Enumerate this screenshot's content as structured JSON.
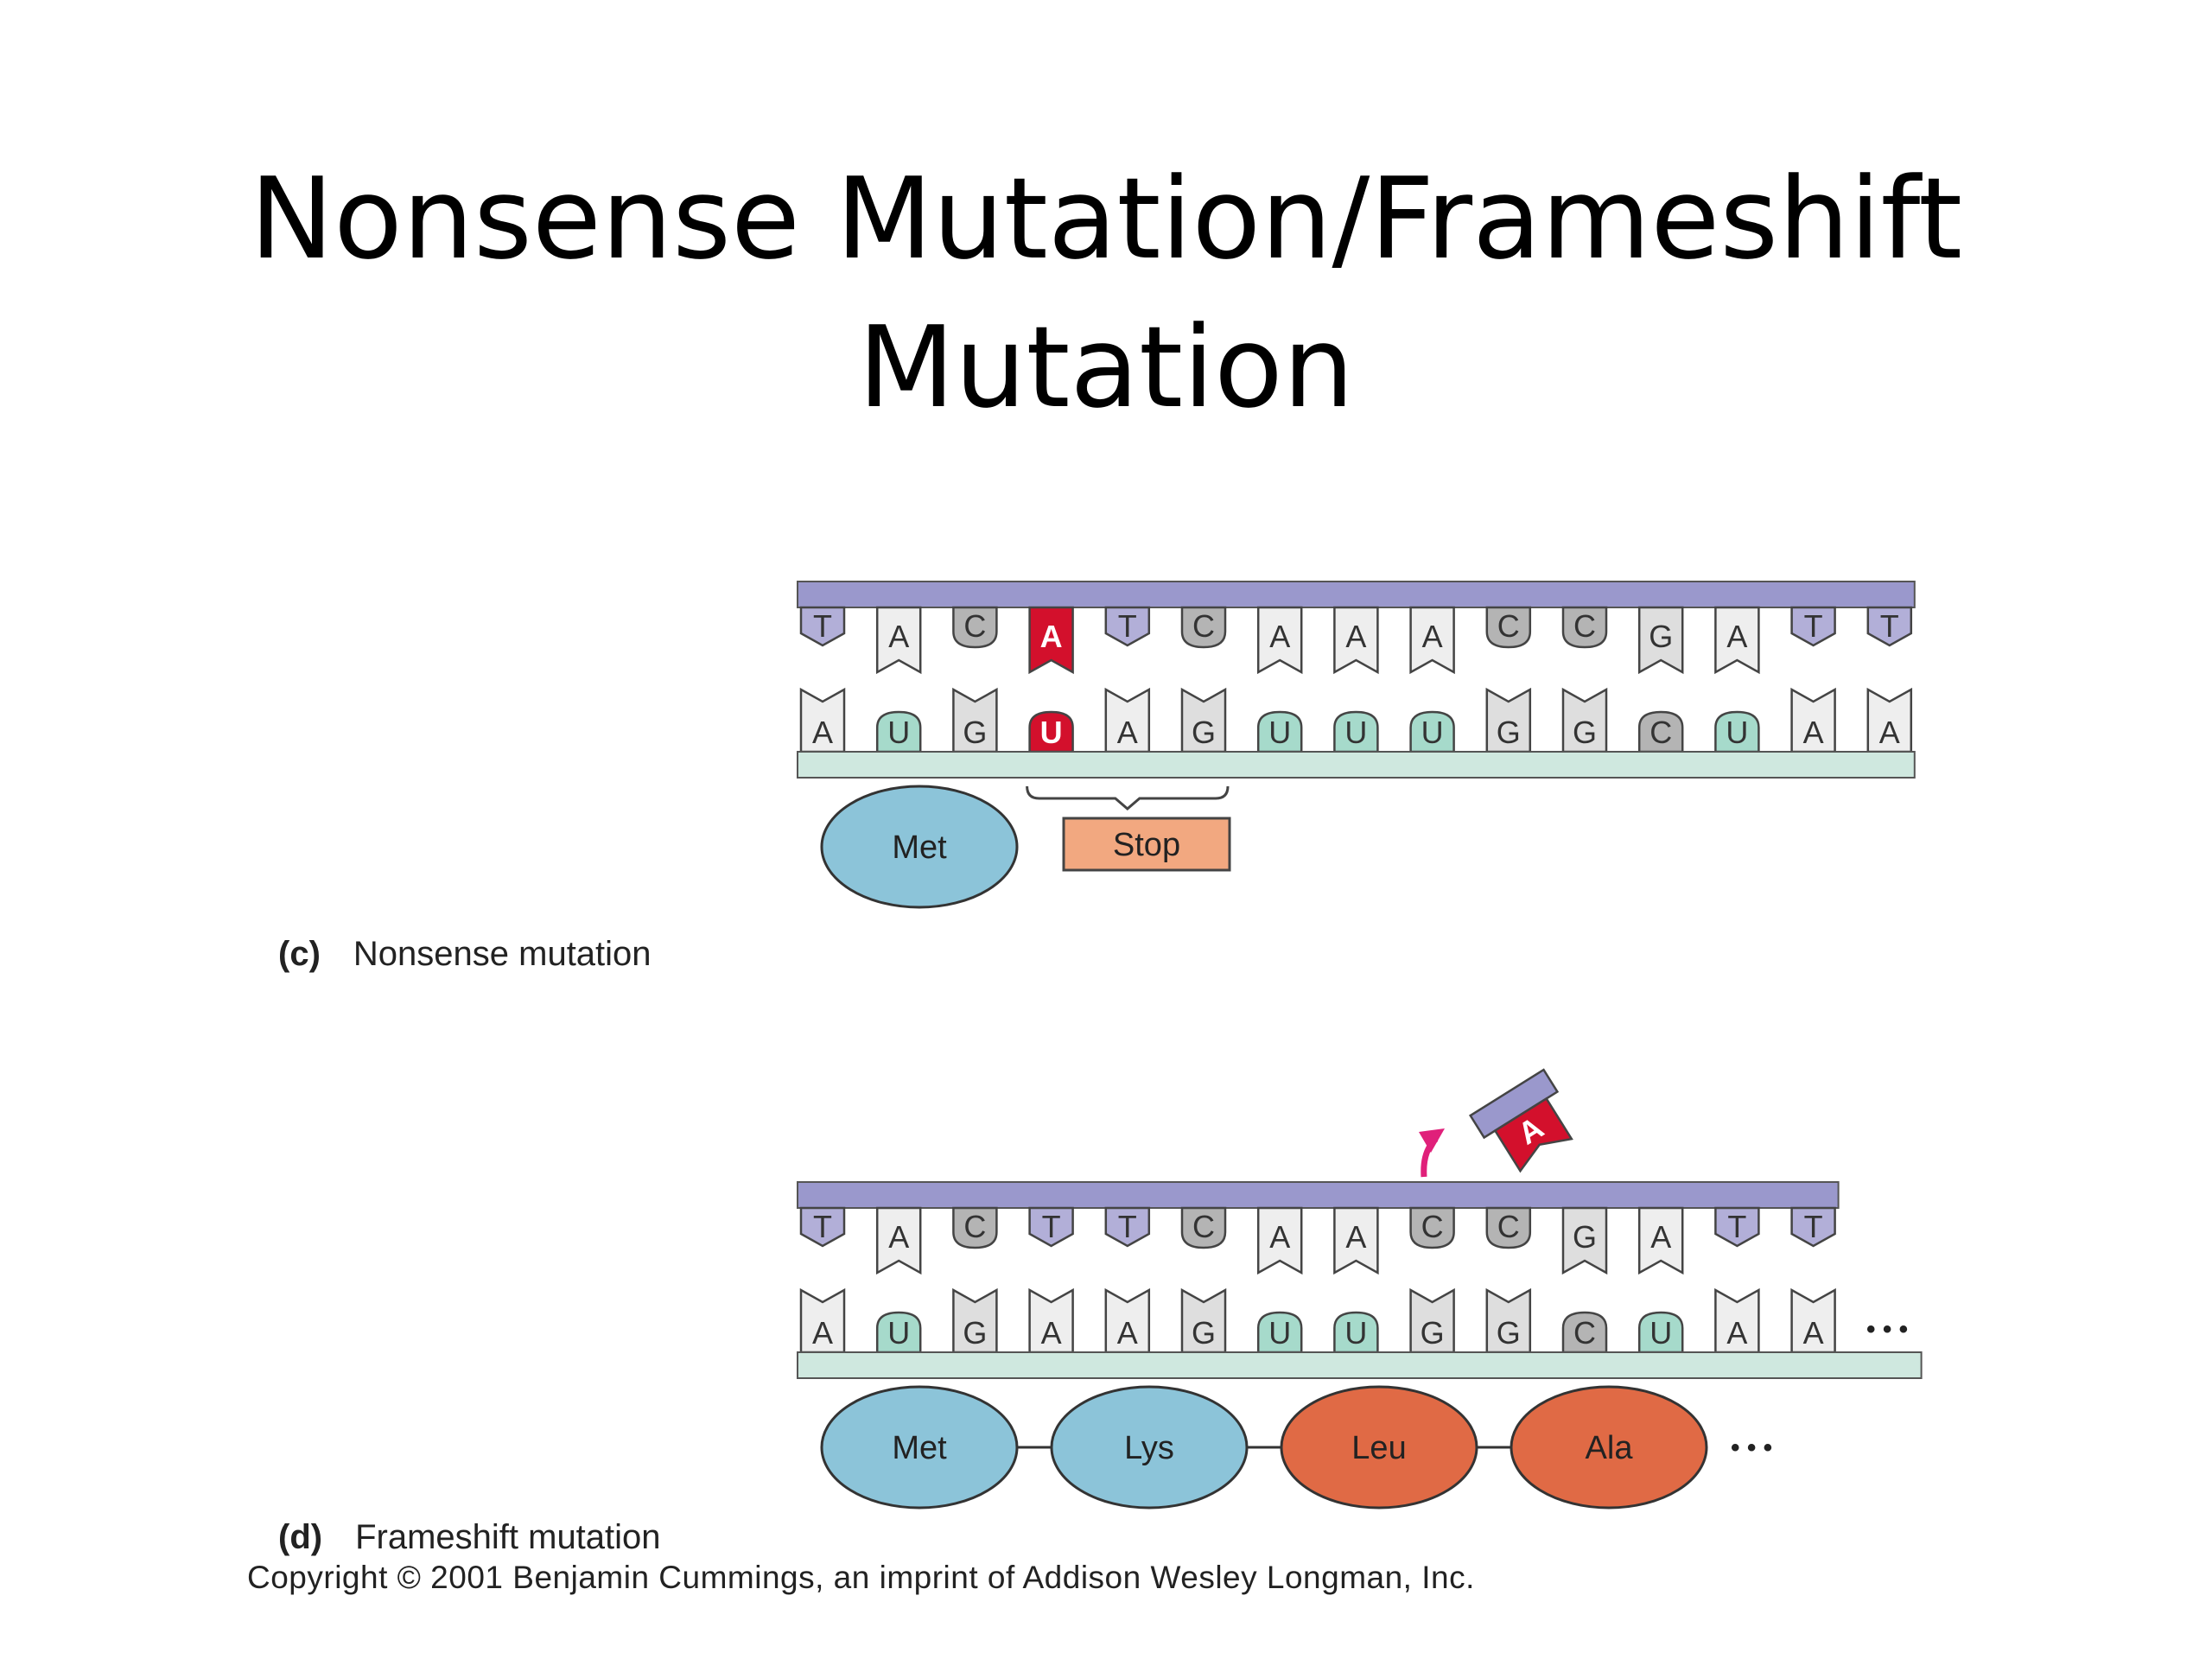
{
  "title": {
    "line1": "Nonsense Mutation/Frameshift",
    "line2": "Mutation"
  },
  "colors": {
    "dna_backbone": "#9a98cc",
    "rna_backbone": "#cfe8df",
    "T": "#b2afd8",
    "A": "#eeeeee",
    "C": "#b4b4b4",
    "G": "#dedede",
    "U": "#a6dacb",
    "mutation": "#d3102c",
    "met_lys": "#8cc4d9",
    "leu_ala": "#e06a45",
    "stop": "#f2a880",
    "arrow": "#e0207a"
  },
  "panel_c": {
    "label": "(c)",
    "caption": "Nonsense mutation",
    "dna": [
      "T",
      "A",
      "C",
      "A",
      "T",
      "C",
      "A",
      "A",
      "A",
      "C",
      "C",
      "G",
      "A",
      "T",
      "T"
    ],
    "rna": [
      "A",
      "U",
      "G",
      "U",
      "A",
      "G",
      "U",
      "U",
      "U",
      "G",
      "G",
      "C",
      "U",
      "A",
      "A"
    ],
    "mutated_index": 3,
    "proteins": [
      {
        "label": "Met",
        "kind": "circle"
      },
      {
        "label": "Stop",
        "kind": "box"
      }
    ]
  },
  "panel_d": {
    "label": "(d)",
    "caption": "Frameshift mutation",
    "inserted_base": "A",
    "dna": [
      "T",
      "A",
      "C",
      "T",
      "T",
      "C",
      "A",
      "A",
      "C",
      "C",
      "G",
      "A",
      "T",
      "T"
    ],
    "rna": [
      "A",
      "U",
      "G",
      "A",
      "A",
      "G",
      "U",
      "U",
      "G",
      "G",
      "C",
      "U",
      "A",
      "A"
    ],
    "rna_ellipsis": "• • •",
    "proteins": [
      {
        "label": "Met",
        "kind": "circle"
      },
      {
        "label": "Lys",
        "kind": "circle"
      },
      {
        "label": "Leu",
        "kind": "circle"
      },
      {
        "label": "Ala",
        "kind": "circle"
      }
    ],
    "protein_ellipsis": "• • •"
  },
  "copyright": "Copyright © 2001 Benjamin Cummings, an imprint of Addison Wesley Longman, Inc."
}
